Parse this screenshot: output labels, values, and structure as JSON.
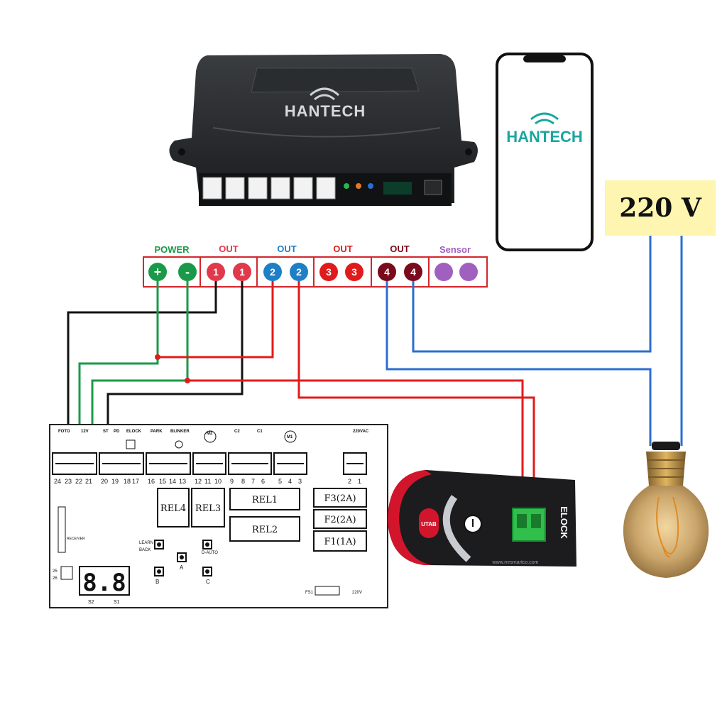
{
  "brand": {
    "name": "HANTECH",
    "accent": "#1aa6a0"
  },
  "voltage_label": "220 V",
  "terminal_strip": {
    "groups": [
      {
        "label": "POWER",
        "color": "#1a9a48",
        "pins": [
          "+",
          "-"
        ]
      },
      {
        "label": "OUT",
        "color": "#e2384b",
        "pins": [
          "1",
          "1"
        ]
      },
      {
        "label": "OUT",
        "color": "#1f7fc6",
        "pins": [
          "2",
          "2"
        ]
      },
      {
        "label": "OUT",
        "color": "#e11b1b",
        "pins": [
          "3",
          "3"
        ]
      },
      {
        "label": "OUT",
        "color": "#7a0a1c",
        "pins": [
          "4",
          "4"
        ]
      },
      {
        "label": "Sensor",
        "color": "#a060c0",
        "pins": [
          "",
          ""
        ]
      }
    ]
  },
  "control_board": {
    "top_labels": [
      "FOTO",
      "12V",
      "ST",
      "PD",
      "ELOCK",
      "PARK",
      "BLINKER",
      "M2",
      "C2",
      "C1",
      "M1",
      "220VAC"
    ],
    "terminal_numbers": [
      "24",
      "23",
      "22",
      "21",
      "20",
      "19",
      "18",
      "17",
      "16",
      "15",
      "14",
      "13",
      "12",
      "11",
      "10",
      "9",
      "8",
      "7",
      "6",
      "5",
      "4",
      "3",
      "2",
      "1"
    ],
    "relays": [
      "REL4",
      "REL3",
      "REL1",
      "REL2"
    ],
    "fuses": [
      "F3(2A)",
      "F2(2A)",
      "F1(1A)"
    ],
    "buttons": [
      "BACK",
      "LEARN",
      "D-AUTO",
      "A",
      "B",
      "C"
    ],
    "display": "8.8",
    "display_labels": [
      "S2",
      "S1"
    ],
    "misc_labels": [
      "RECEIVER",
      "25",
      "26",
      "FS1",
      "220V"
    ]
  },
  "elock": {
    "label": "ELOCK",
    "button": "UTAB",
    "watermark": "www.mrsmartco.com"
  },
  "wire_colors": {
    "black": "#111111",
    "green": "#1a9a48",
    "red": "#e11b1b",
    "blue": "#2a6fd0"
  }
}
